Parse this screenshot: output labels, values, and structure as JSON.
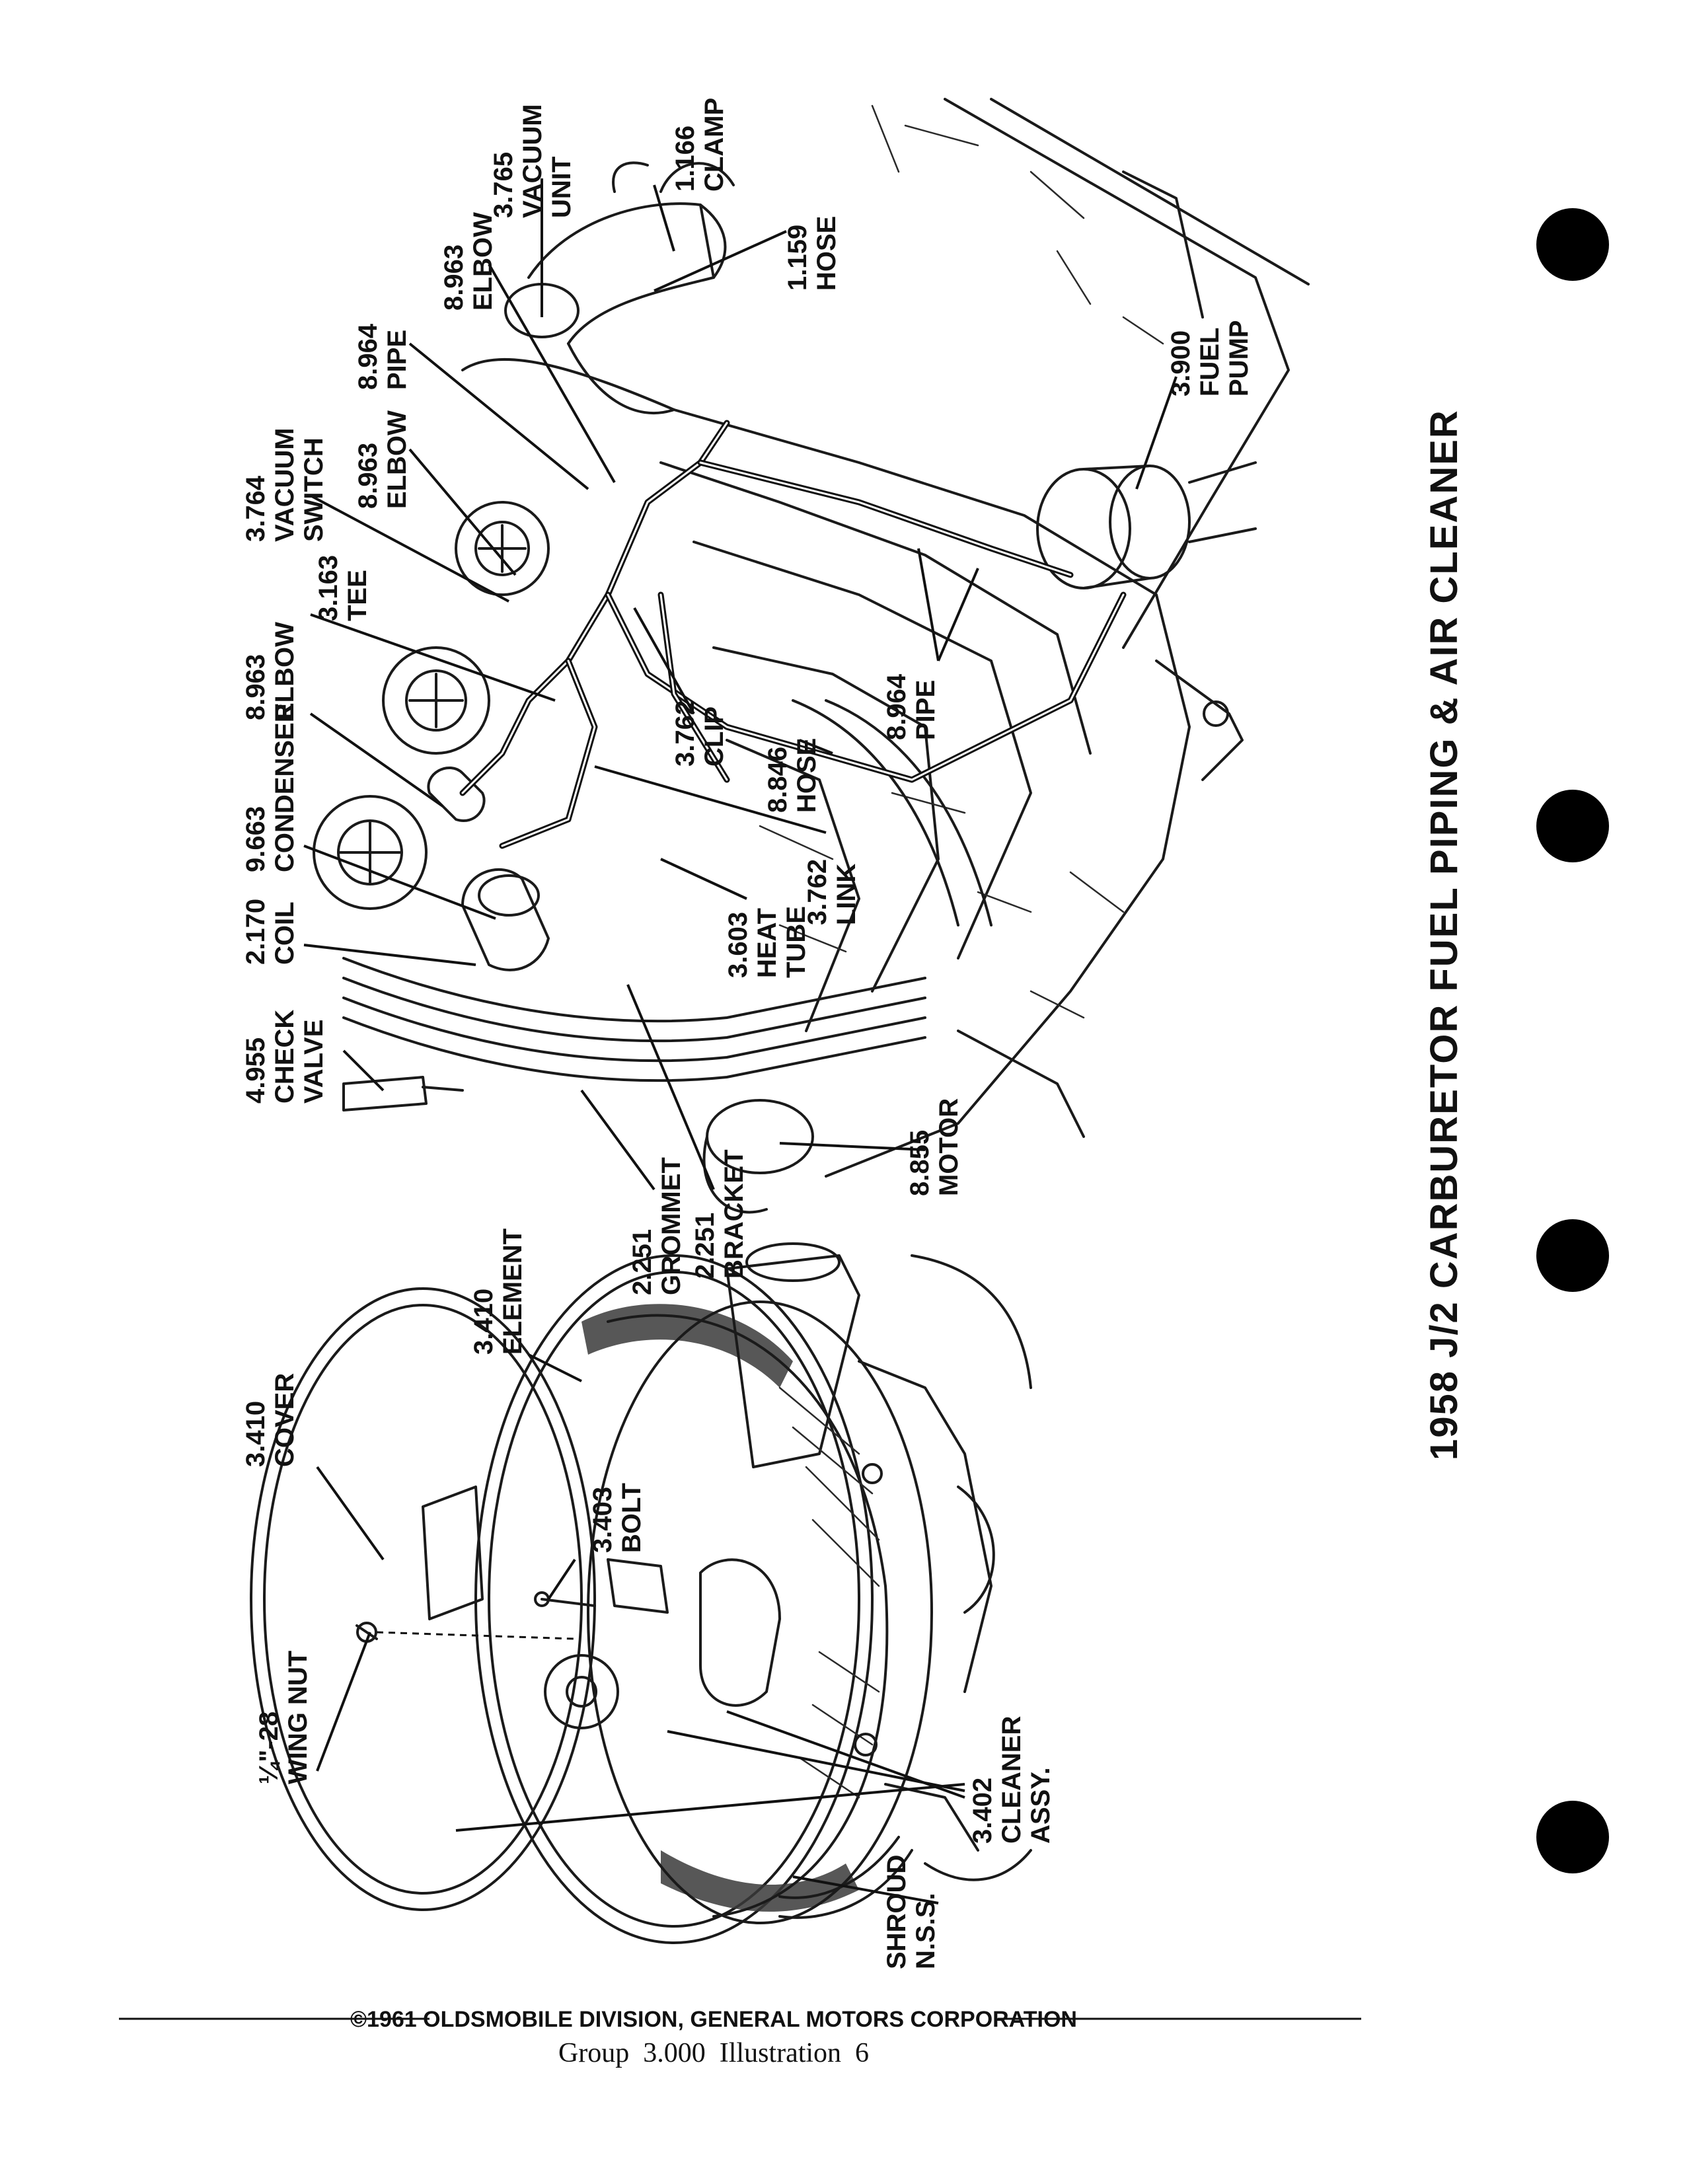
{
  "title": "1958 J/2 CARBURETOR FUEL PIPING & AIR CLEANER",
  "footer": {
    "copyright": "©1961 OLDSMOBILE DIVISION, GENERAL MOTORS CORPORATION",
    "group_line": "Group  3.000  Illustration  6"
  },
  "callouts": [
    {
      "id": "wing-nut",
      "lines": [
        "¼\"-28",
        "WING NUT"
      ]
    },
    {
      "id": "cover",
      "lines": [
        "3.410",
        "COVER"
      ]
    },
    {
      "id": "element",
      "lines": [
        "3.410",
        "ELEMENT"
      ]
    },
    {
      "id": "bolt",
      "lines": [
        "3.403",
        "BOLT"
      ]
    },
    {
      "id": "cleaner-assy",
      "lines": [
        "3.402",
        "CLEANER",
        "ASSY."
      ]
    },
    {
      "id": "shroud",
      "lines": [
        "SHROUD",
        "N.S.S."
      ]
    },
    {
      "id": "grommet",
      "lines": [
        "2.251",
        "GROMMET"
      ]
    },
    {
      "id": "bracket",
      "lines": [
        "2.251",
        "BRACKET"
      ]
    },
    {
      "id": "motor",
      "lines": [
        "8.855",
        "MOTOR"
      ]
    },
    {
      "id": "check-valve",
      "lines": [
        "4.955",
        "CHECK",
        "VALVE"
      ]
    },
    {
      "id": "coil",
      "lines": [
        "2.170",
        "COIL"
      ]
    },
    {
      "id": "condenser",
      "lines": [
        "9.663",
        "CONDENSER"
      ]
    },
    {
      "id": "elbow-1",
      "lines": [
        "8.963",
        "ELBOW"
      ]
    },
    {
      "id": "tee",
      "lines": [
        "3.163",
        "TEE"
      ]
    },
    {
      "id": "vacuum-switch",
      "lines": [
        "3.764",
        "VACUUM",
        "SWITCH"
      ]
    },
    {
      "id": "elbow-2",
      "lines": [
        "8.963",
        "ELBOW"
      ]
    },
    {
      "id": "pipe-1",
      "lines": [
        "8.964",
        "PIPE"
      ]
    },
    {
      "id": "elbow-3",
      "lines": [
        "8.963",
        "ELBOW"
      ]
    },
    {
      "id": "vacuum-unit",
      "lines": [
        "3.765",
        "VACUUM",
        "UNIT"
      ]
    },
    {
      "id": "clamp",
      "lines": [
        "1.166",
        "CLAMP"
      ]
    },
    {
      "id": "hose-1",
      "lines": [
        "1.159",
        "HOSE"
      ]
    },
    {
      "id": "fuel-pump",
      "lines": [
        "3.900",
        "FUEL",
        "PUMP"
      ]
    },
    {
      "id": "pipe-2",
      "lines": [
        "8.964",
        "PIPE"
      ]
    },
    {
      "id": "hose-2",
      "lines": [
        "8.846",
        "HOSE"
      ]
    },
    {
      "id": "clip",
      "lines": [
        "3.762",
        "CLIP"
      ]
    },
    {
      "id": "link",
      "lines": [
        "3.762",
        "LINK"
      ]
    },
    {
      "id": "heat-tube",
      "lines": [
        "3.603",
        "HEAT",
        "TUBE"
      ]
    }
  ]
}
